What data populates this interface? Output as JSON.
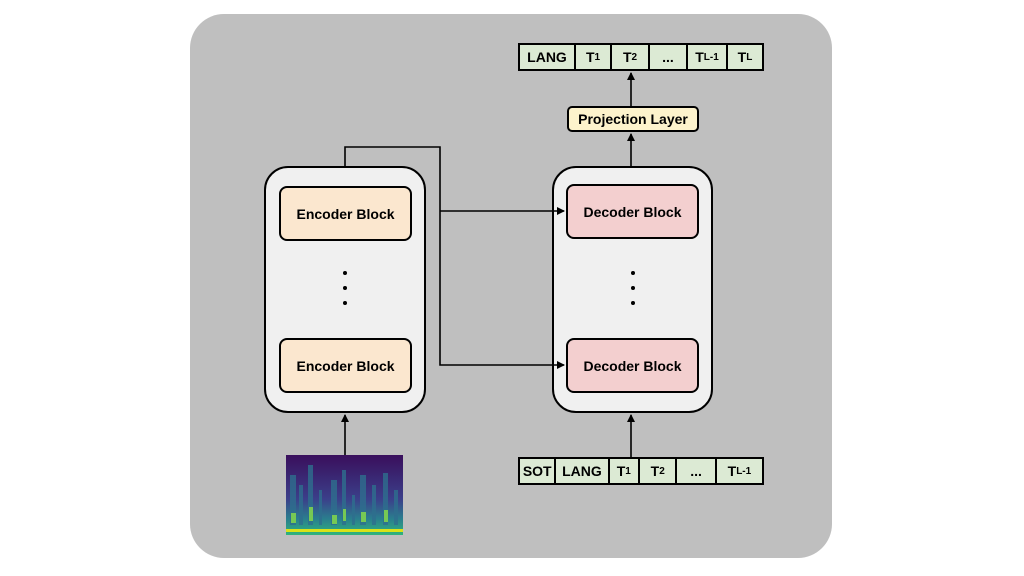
{
  "encoder": {
    "blocks": [
      "Encoder Block",
      "Encoder Block"
    ]
  },
  "decoder": {
    "blocks": [
      "Decoder Block",
      "Decoder Block"
    ]
  },
  "projection": {
    "label": "Projection Layer"
  },
  "output_tokens": [
    {
      "base": "LANG",
      "sub": ""
    },
    {
      "base": "T",
      "sub": "1"
    },
    {
      "base": "T",
      "sub": "2"
    },
    {
      "base": "...",
      "sub": ""
    },
    {
      "base": "T",
      "sub": "L-1"
    },
    {
      "base": "T",
      "sub": "L"
    }
  ],
  "input_tokens": [
    {
      "base": "SOT",
      "sub": ""
    },
    {
      "base": "LANG",
      "sub": ""
    },
    {
      "base": "T",
      "sub": "1"
    },
    {
      "base": "T",
      "sub": "2"
    },
    {
      "base": "...",
      "sub": ""
    },
    {
      "base": "T",
      "sub": "L-1"
    }
  ],
  "colors": {
    "panel": "#bfbfbf",
    "stack": "#f0f0f0",
    "encoder_block": "#fbe7cf",
    "decoder_block": "#f3cfcf",
    "projection": "#fdf3cc",
    "token": "#dcead4"
  },
  "icons": {
    "input": "spectrogram-image"
  }
}
